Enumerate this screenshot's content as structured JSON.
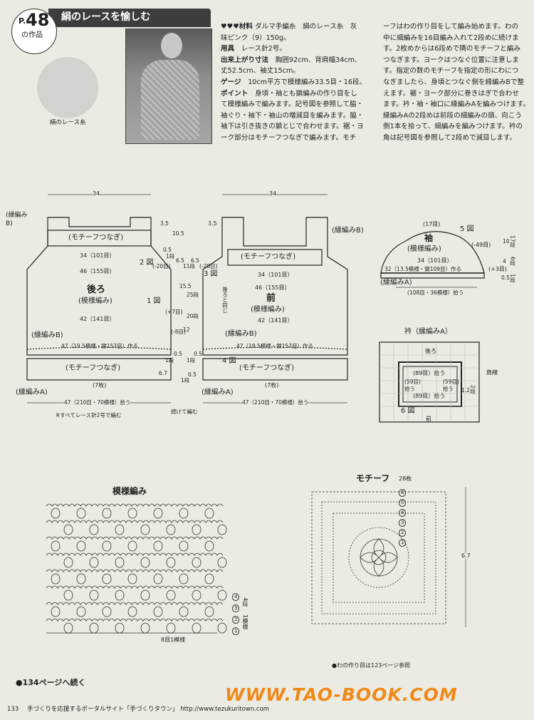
{
  "header": {
    "p": "P.",
    "num": "48",
    "sub": "の作品",
    "title": "絹のレースを愉しむ"
  },
  "yarn_label": "絹のレース糸",
  "materials": {
    "l1_label": "♥♥♥材料",
    "l1": "ダルマ手編糸　絹のレース糸　灰",
    "l2": "味ピンク（9）150g。",
    "tools_label": "用具",
    "tools": "レース針2号。",
    "size_label": "出来上がり寸法",
    "size1": "胸囲92cm、背肩幅34cm、",
    "size2": "丈52.5cm、袖丈15cm。",
    "gauge_label": "ゲージ",
    "gauge": "10cm平方で模様編み33.5目・16段。",
    "point_label": "ポイント",
    "p1": "身頃・袖とも鎖編みの作り目をし",
    "p2": "て模様編みで編みます。記号図を参照して脇・",
    "p3": "袖ぐり・袖下・袖山の増減目を編みます。脇・",
    "p4": "袖下は引き抜きの鎖とじで合わせます。裾・ヨ",
    "p5": "ーク部分はモチーフつなぎで編みます。モチ"
  },
  "text_right": [
    "ーフはわの作り目をして編み始めます。わの",
    "中に細編みを16目編み入れて2段めに続けま",
    "す。2枚めからは6段めで隣のモチーフと編み",
    "つなぎます。ヨークはつなぐ位置に注意しま",
    "す。指定の数のモチーフを指定の形にわにつ",
    "なぎましたら、身頃とつなぐ側を縁編みBで整",
    "えます。裾・ヨーク部分に巻きはぎで合わせ",
    "ます。衿・袖・袖口に縁編みAを編みつけます。",
    "縁編みAの2段めは前段の細編みの頭、向こう",
    "側1本を拾って、細編みを編みつけます。衿の",
    "角は記号図を参照して2段めで減目します。"
  ],
  "back": {
    "w34": "34",
    "fb_top": "(縁編み",
    "fb_top2": "B)",
    "motif": "(モチーフつなぎ)",
    "s34": "34（101目）",
    "s46": "46（155目）",
    "title": "後ろ",
    "pattern": "(模様編み)",
    "s42": "42（141目）",
    "fb": "(縁編みB)",
    "s47": "47（19.5模様・鎖157目）作る",
    "motif_b": "(モチーフつなぎ)",
    "pcs7": "(7枚)",
    "fa": "(縁編みA)",
    "pick": "47（210目・70模様）拾う",
    "note": "※すべてレース針2号で編む",
    "fig1": "1 図",
    "fig2": "2 図"
  },
  "center_dims": [
    "3.5",
    "10.5",
    "0.5",
    "1段",
    "6.5",
    "11段",
    "(-20目)",
    "6.5",
    "(-20目)",
    "15.5",
    "25段",
    "(+7目)",
    "20段",
    "12",
    "(-8目)",
    "0.5",
    "1段",
    "0.5",
    "1段",
    "6.7",
    "0.5",
    "1段",
    "続けて編む"
  ],
  "front": {
    "w34": "34",
    "s35": "3.5",
    "fb_top": "(縁編みB)",
    "motif": "(モチーフつなぎ)",
    "s34": "34（101目）",
    "s46": "46（155目）",
    "side": "後ろと同じ",
    "title": "前",
    "pattern": "(模様編み)",
    "s42": "42（141目）",
    "fb": "(縁編みB)",
    "s47": "47（19.5模様・鎖157目）作る",
    "motif_b": "(モチーフつなぎ)",
    "pcs7": "(7枚)",
    "fa": "(縁編みA)",
    "pick": "47（210目・70模様）拾う",
    "fig3": "3 図",
    "fig4": "4 図"
  },
  "sleeve": {
    "top": "(17目)",
    "title": "袖",
    "fig": "5 図",
    "pattern": "(模様編み)",
    "s34": "34（101目）",
    "s32": "32（13.5模様・鎖109目）作る",
    "fa": "(縁編みA)",
    "pick": "(108目・36模様）拾う",
    "r49": "(-49目)",
    "r3": "(+3目)",
    "d10": "10",
    "d17": "17段",
    "d4": "4",
    "d6": "6段",
    "d05": "0.5",
    "d1": "1段"
  },
  "collar": {
    "title": "衿（縁編みA）",
    "back": "後ろ",
    "pick89": "(89目）拾う",
    "pick59": "(59目)",
    "pick59r": "(59目)",
    "pick": "拾う",
    "shoulder": "肩線",
    "pick89b": "(89目）拾う",
    "d12": "1.2",
    "d2": "2段",
    "fig": "6 図",
    "front": "前"
  },
  "pattern_stitch": {
    "title": "模様編み",
    "rep1": "4段",
    "rep2": "1模様",
    "bottom": "8目1模様",
    "row_labels": [
      "4",
      "3",
      "2",
      "1"
    ]
  },
  "motif": {
    "title": "モチーフ",
    "count": "28枚",
    "size": "6.7",
    "note": "●わの作り目は123ページ参照",
    "row_labels": [
      "6",
      "5",
      "4",
      "3",
      "2",
      "1"
    ]
  },
  "footer": {
    "cont": "●134ページへ続く",
    "page": "133",
    "portal": "手づくりを応援するポータルサイト「手づくりタウン」 http://www.tezukuritown.com",
    "brand": "WWW.TAO-BOOK.COM"
  }
}
